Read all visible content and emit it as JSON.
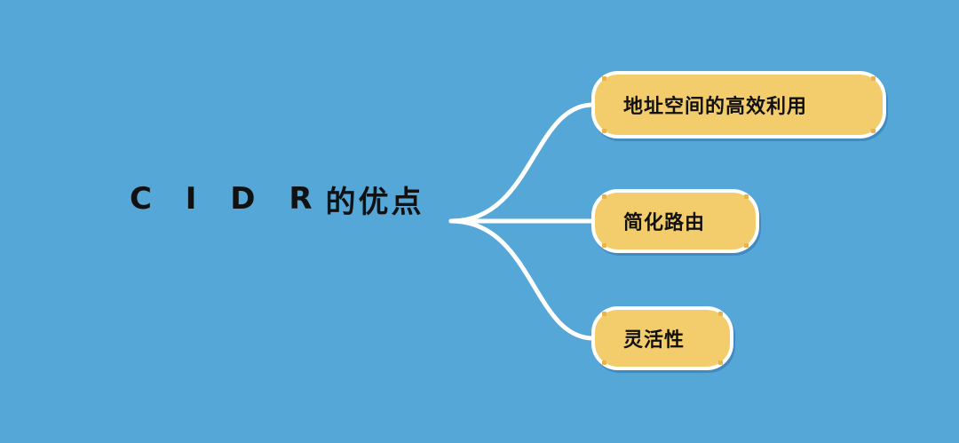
{
  "mindmap": {
    "root": {
      "latin": "C I D R",
      "cjk": "的优点"
    },
    "branches": [
      {
        "label": "地址空间的高效利用"
      },
      {
        "label": "简化路由"
      },
      {
        "label": "灵活性"
      }
    ]
  },
  "colors": {
    "background": "#55a7d8",
    "node_fill": "#f3cd6b",
    "node_border": "#ffffff",
    "connector": "#ffffff",
    "text": "#111111"
  }
}
